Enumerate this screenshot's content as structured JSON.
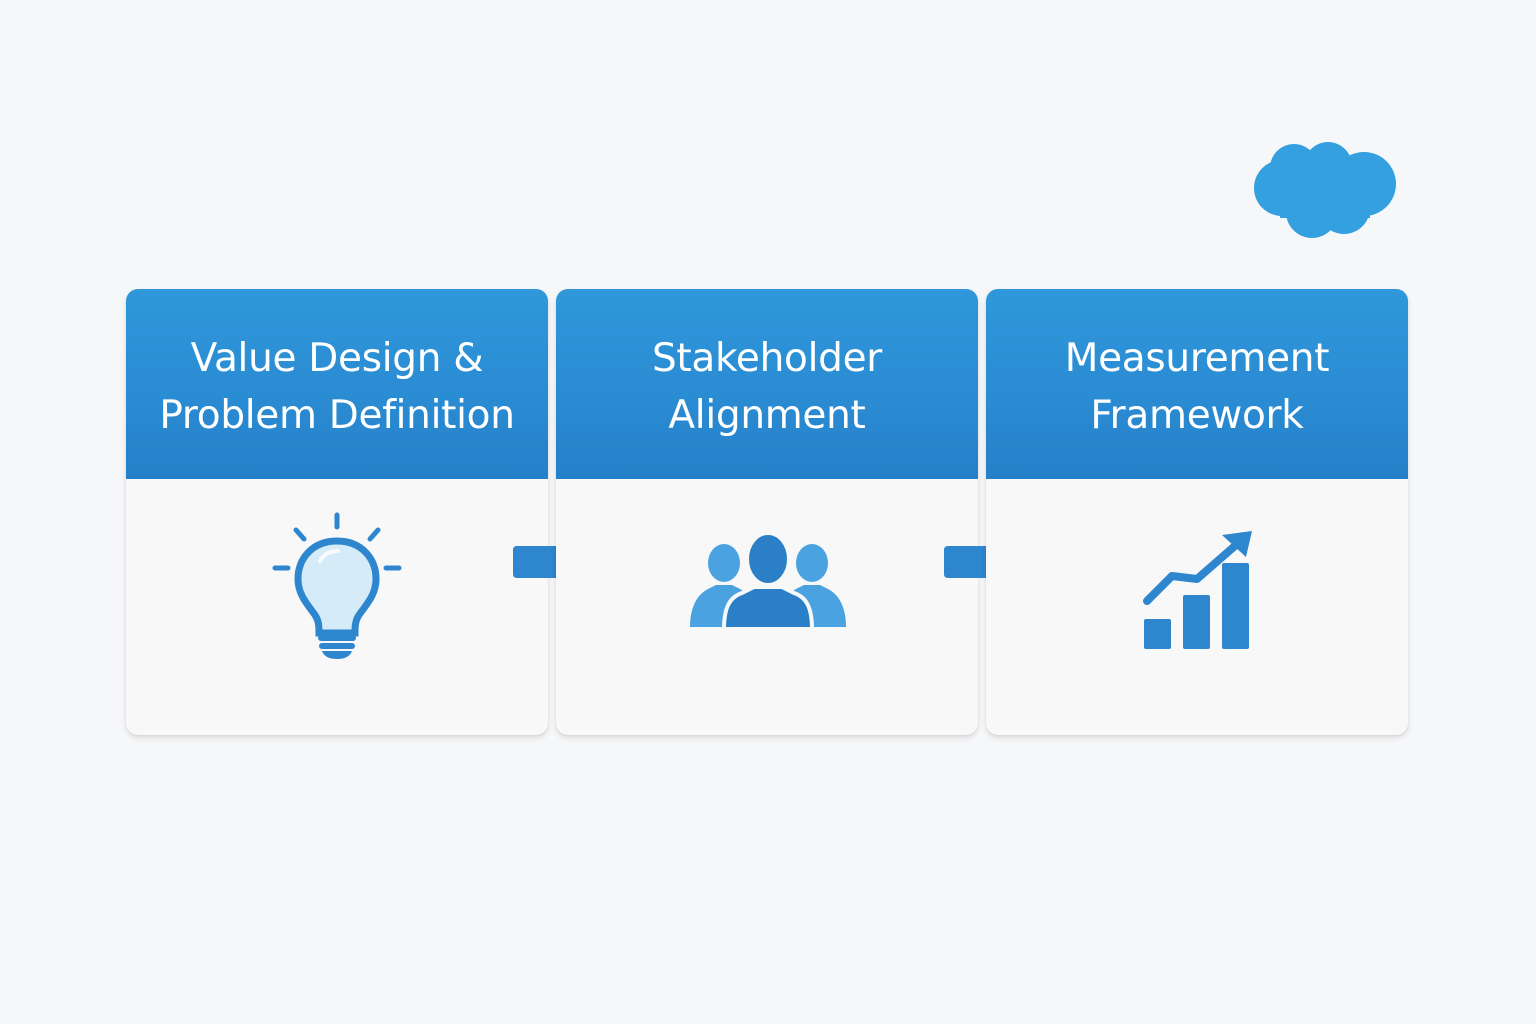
{
  "diagram": {
    "type": "process-flow",
    "brand_icon": "cloud-icon",
    "colors": {
      "header_blue": "#2a8bd2",
      "icon_blue": "#2e86cf",
      "icon_light_blue": "#4aa3e0",
      "bulb_fill": "#d6ebf8",
      "cloud_blue": "#35a0e0",
      "card_background": "#f8f8f9",
      "page_background": "#f6f7f8"
    },
    "steps": [
      {
        "title": "Value Design &\nProblem Definition",
        "icon": "lightbulb-icon"
      },
      {
        "title": "Stakeholder\nAlignment",
        "icon": "people-group-icon"
      },
      {
        "title": "Measurement\nFramework",
        "icon": "bar-chart-growth-icon"
      }
    ],
    "connectors": [
      {
        "from": 0,
        "to": 1,
        "icon": "arrow-right-icon"
      },
      {
        "from": 1,
        "to": 2,
        "icon": "arrow-right-icon"
      }
    ]
  }
}
